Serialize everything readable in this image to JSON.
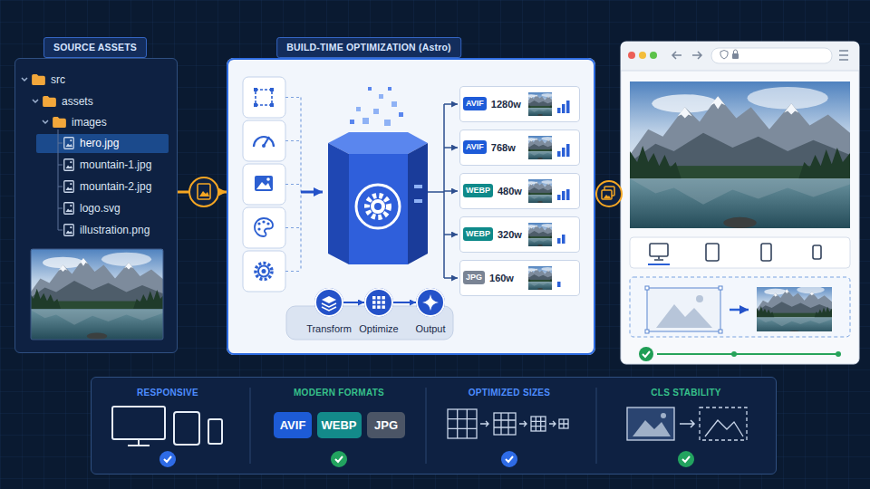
{
  "diagram": {
    "nodes": [
      {
        "text": [
          "SOURCE ASSETS",
          "src",
          "assets",
          "images",
          "hero.jpg",
          "mountain-1.jpg",
          "mountain-2.jpg",
          "logo.svg",
          "illustration.png"
        ]
      },
      {
        "text": [
          "BUILD-TIME OPTIMIZATION (Astro)"
        ]
      },
      {
        "text": [
          "AVIF",
          "1280w"
        ],
        "in": 1
      },
      {
        "text": [
          "AVIF",
          "768w"
        ],
        "in": 1
      },
      {
        "text": [
          "WEBP",
          "480w"
        ],
        "in": 1
      },
      {
        "text": [
          "WEBP",
          "320w"
        ],
        "in": 1
      },
      {
        "text": [
          "JPG",
          "160w"
        ],
        "in": 1
      },
      {
        "text": [
          "Transform"
        ],
        "in": 1
      },
      {
        "text": [
          "Optimize"
        ],
        "in": 1
      },
      {
        "text": [
          "Output"
        ],
        "in": 1
      },
      {
        "text": [
          "RESPONSIVE",
          "MODERN FORMATS",
          "OPTIMIZED SIZES",
          "CLS STABILITY"
        ]
      },
      {
        "text": [
          "AVIF"
        ],
        "in": 10
      },
      {
        "text": [
          "WEBP"
        ],
        "in": 10
      },
      {
        "text": [
          "JPG"
        ],
        "in": 10
      }
    ],
    "edges": [
      {
        "from": 0,
        "to": 1,
        "arrow": "to"
      },
      {
        "from": 7,
        "to": 8,
        "arrow": "to"
      },
      {
        "from": 8,
        "to": 9,
        "arrow": "to"
      }
    ]
  }
}
